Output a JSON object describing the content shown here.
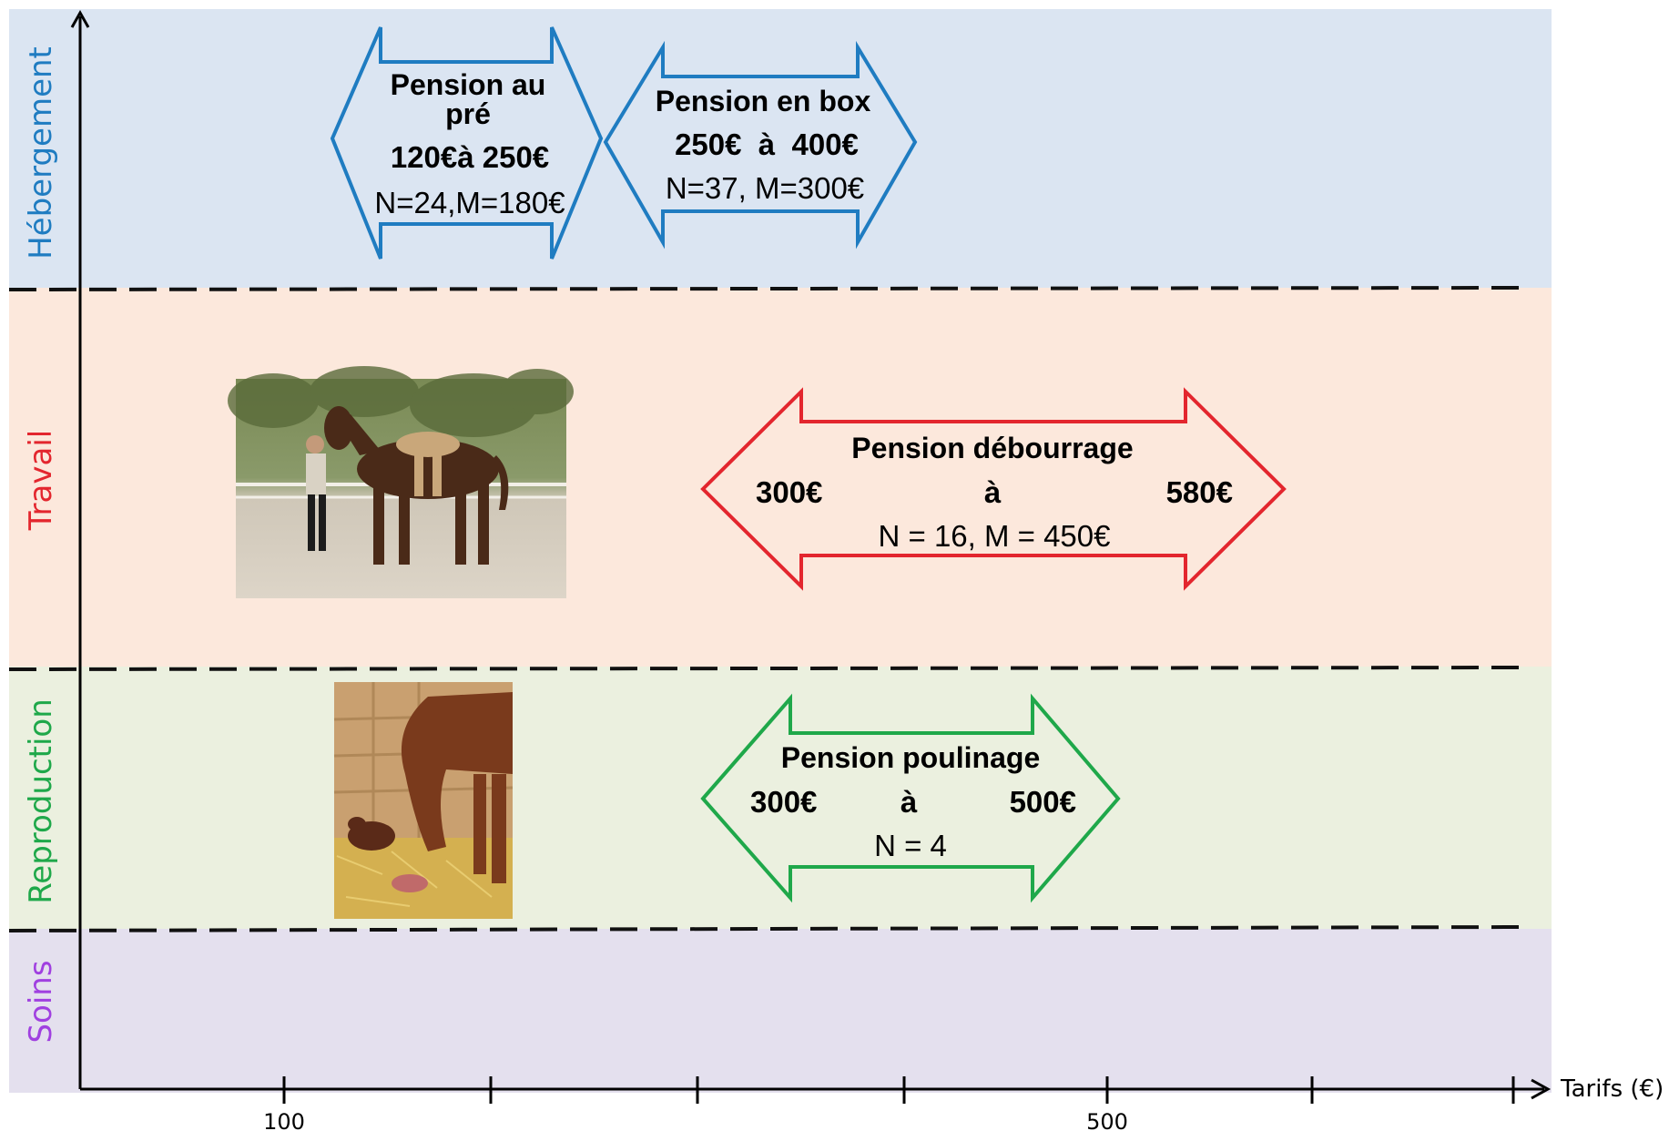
{
  "categories": [
    {
      "id": "hebergement",
      "label": "Hébergement",
      "color": "#1f7cc1",
      "band_color": "#dbe5f2"
    },
    {
      "id": "travail",
      "label": "Travail",
      "color": "#e3262e",
      "band_color": "#fce8dc"
    },
    {
      "id": "reproduction",
      "label": "Reproduction",
      "color": "#1fa84a",
      "band_color": "#ebf0df"
    },
    {
      "id": "soins",
      "label": "Soins",
      "color": "#a040e0",
      "band_color": "#e4e0ee"
    }
  ],
  "axis": {
    "label": "Tarifs (€)",
    "tick_labels": {
      "t100": "100",
      "t500": "500"
    }
  },
  "arrows": {
    "pre": {
      "title_1": "Pension au",
      "title_2": "pré",
      "range": "120€à 250€",
      "stats": "N=24,M=180€",
      "color": "#1f7cc1"
    },
    "box": {
      "title_1": "Pension en box",
      "range": "250€  à  400€",
      "stats": "N=37, M=300€",
      "color": "#1f7cc1"
    },
    "debourrage": {
      "title_1": "Pension débourrage",
      "range_min": "300€",
      "range_sep": "à",
      "range_max": "580€",
      "stats": "N = 16, M = 450€",
      "color": "#e3262e"
    },
    "poulinage": {
      "title_1": "Pension poulinage",
      "range_min": "300€",
      "range_sep": "à",
      "range_max": "500€",
      "stats": "N = 4",
      "color": "#1fa84a"
    }
  },
  "photos": {
    "horse_training": "photo-horse-training",
    "mare_foaling": "photo-mare-foal"
  }
}
